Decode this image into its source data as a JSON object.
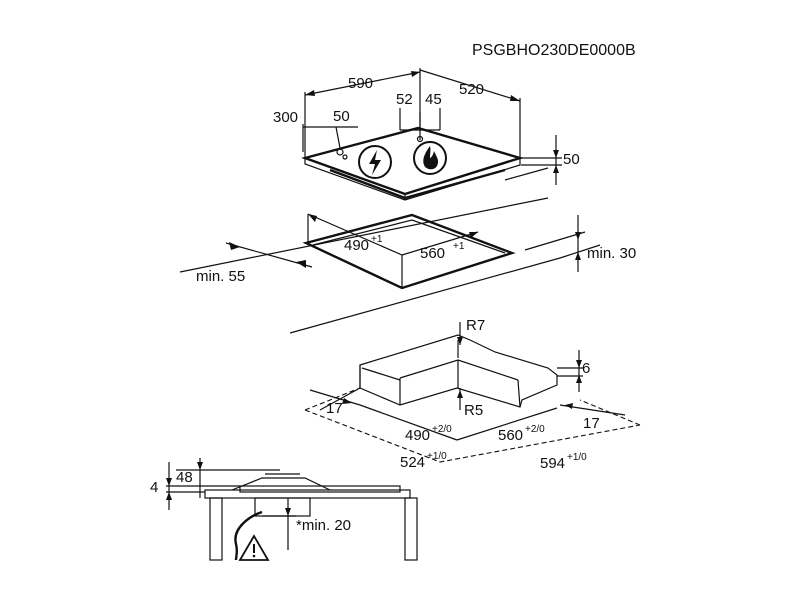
{
  "product_code": "PSGBHO230DE0000B",
  "top_view": {
    "width": "590",
    "depth": "520",
    "left_offset": "300",
    "knob_offset": "50",
    "gap_left": "52",
    "gap_right": "45",
    "height": "50",
    "electric_zone_icon": "lightning-bolt-icon",
    "gas_zone_icon": "flame-icon"
  },
  "cutout": {
    "width_value": "490",
    "width_tol": "+1",
    "depth_value": "560",
    "depth_tol": "+1",
    "min_side": "min. 55",
    "min_back": "min. 30"
  },
  "frame_detail": {
    "outer_radius": "R7",
    "inner_radius": "R5",
    "height": "6",
    "margin_left": "17",
    "margin_right": "17",
    "inner_width_value": "490",
    "inner_width_tol": "+2/0",
    "inner_depth_value": "560",
    "inner_depth_tol": "+2/0",
    "outer_width_value": "524",
    "outer_width_tol": "+1/0",
    "outer_depth_value": "594",
    "outer_depth_tol": "+1/0"
  },
  "side_view": {
    "total_height": "48",
    "worktop_offset": "4",
    "min_clearance": "*min. 20",
    "warning_icon": "warning-triangle-icon"
  }
}
